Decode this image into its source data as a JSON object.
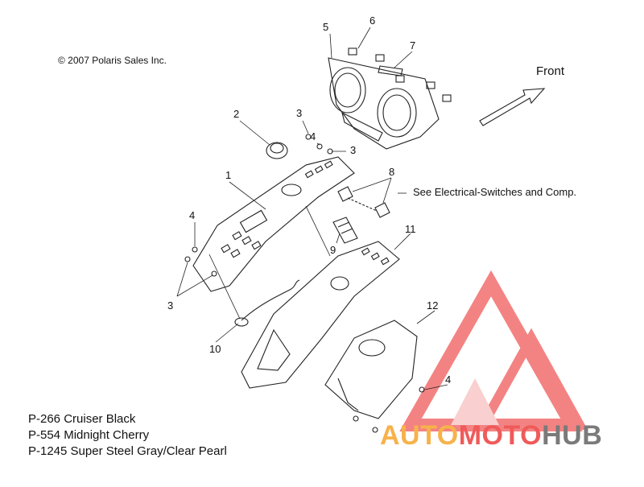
{
  "copyright": "© 2007 Polaris Sales Inc.",
  "front_label": "Front",
  "see_note": "See Electrical-Switches and Comp.",
  "callouts": [
    "1",
    "2",
    "3",
    "3",
    "3",
    "3",
    "4",
    "4",
    "4",
    "5",
    "6",
    "7",
    "8",
    "9",
    "10",
    "11",
    "12"
  ],
  "color_options": [
    "P-266  Cruiser Black",
    "P-554  Midnight Cherry",
    "P-1245 Super Steel Gray/Clear Pearl"
  ],
  "watermark": {
    "part1": "AUTO",
    "part2": "MOTO",
    "part3": "HUB"
  },
  "colors": {
    "line": "#222222",
    "watermark_red": "#f05a5a",
    "watermark_orange": "#f7b24a",
    "watermark_gray": "#7a7a7a"
  }
}
